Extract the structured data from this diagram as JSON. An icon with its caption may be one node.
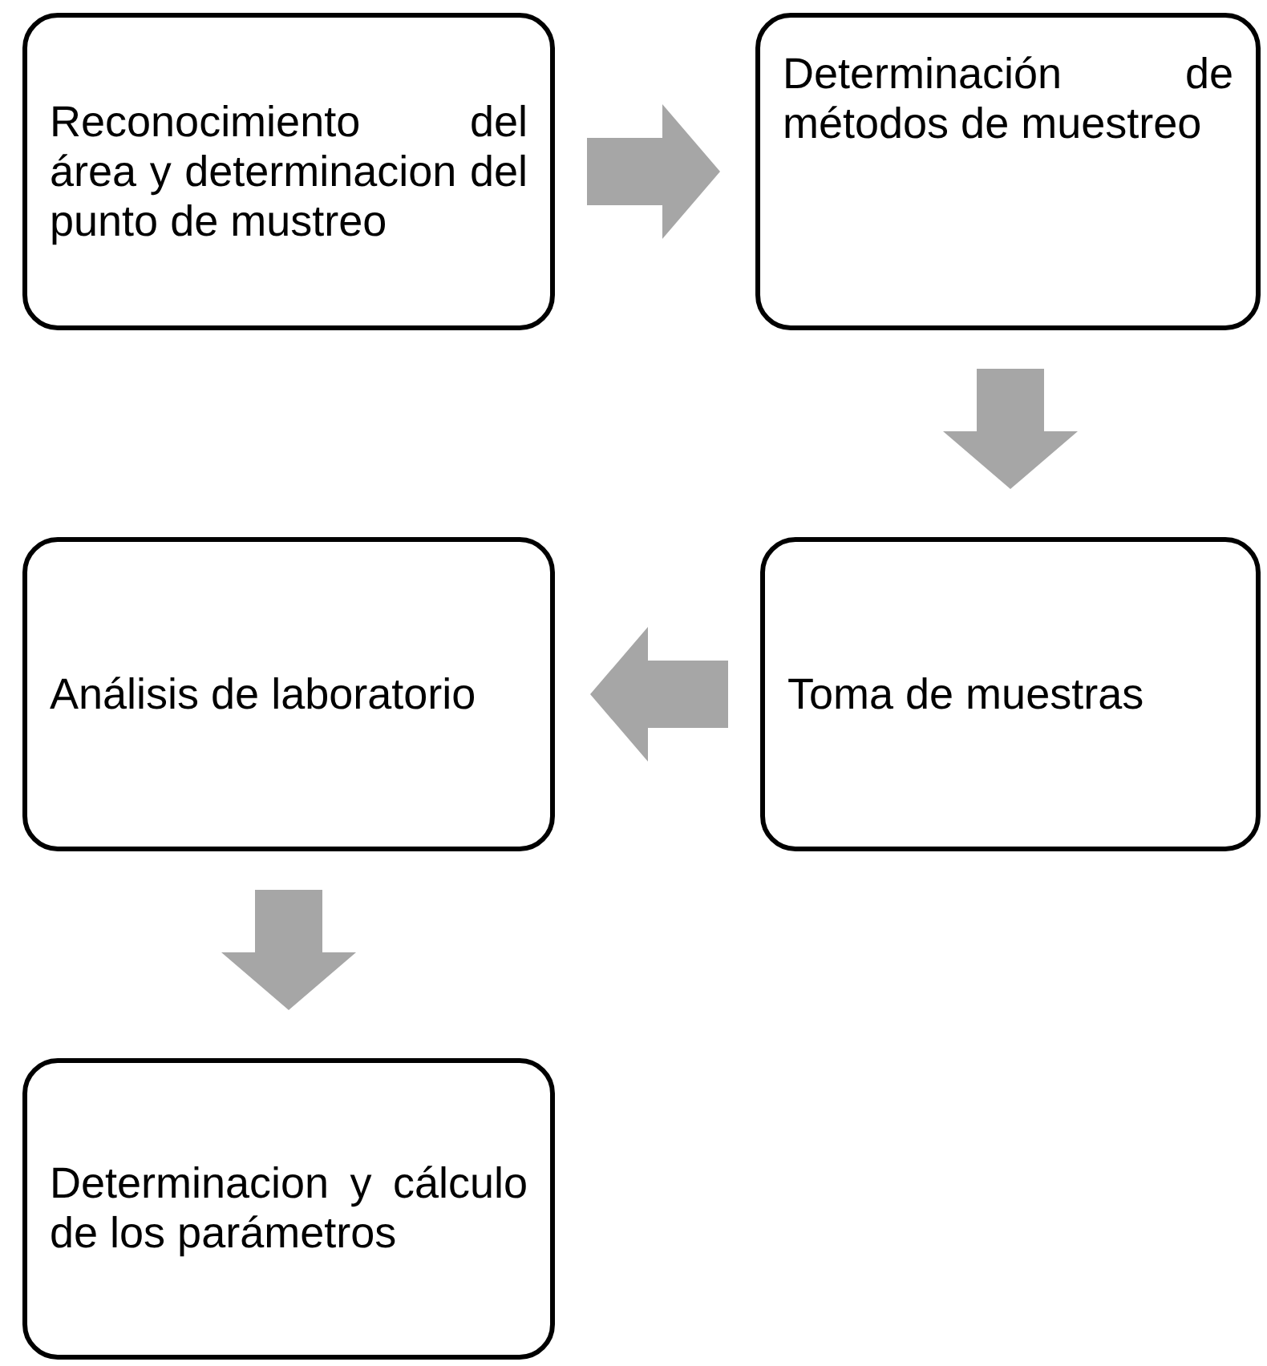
{
  "diagram": {
    "nodes": [
      {
        "text": [
          "Reconocimiento del área y determinacion del punto de mustreo"
        ]
      },
      {
        "text": [
          "Determinación de métodos de muestreo"
        ]
      },
      {
        "text": [
          "Toma de muestras"
        ]
      },
      {
        "text": [
          "Análisis de laboratorio"
        ]
      },
      {
        "text": [
          "Determinacion y cálculo de los parámetros"
        ]
      }
    ],
    "edges": [
      {
        "from": 0,
        "to": 1,
        "arrow": "to"
      },
      {
        "from": 1,
        "to": 2,
        "arrow": "to"
      },
      {
        "from": 2,
        "to": 3,
        "arrow": "to"
      },
      {
        "from": 3,
        "to": 4,
        "arrow": "to"
      }
    ]
  }
}
